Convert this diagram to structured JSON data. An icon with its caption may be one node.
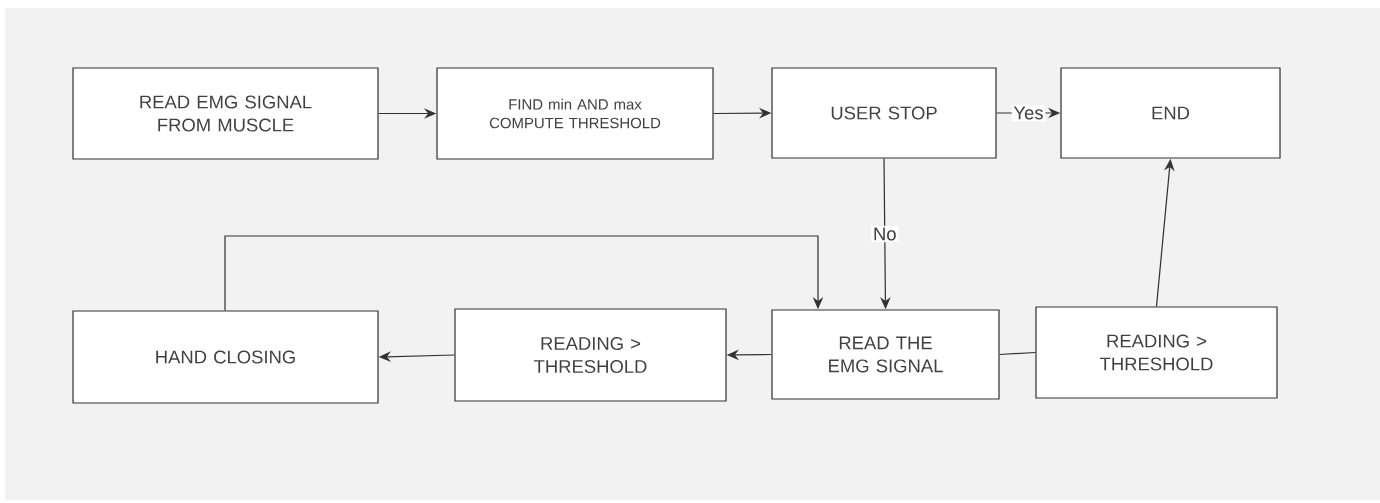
{
  "diagram": {
    "nodes": [
      {
        "text": [
          "READ EMG SIGNAL FROM MUSCLE"
        ]
      },
      {
        "text": [
          "FIND min AND max COMPUTE THRESHOLD"
        ]
      },
      {
        "text": [
          "USER STOP"
        ]
      },
      {
        "text": [
          "END"
        ]
      },
      {
        "text": [
          "HAND CLOSING"
        ]
      },
      {
        "text": [
          "READING > THRESHOLD"
        ]
      },
      {
        "text": [
          "READ THE EMG SIGNAL"
        ]
      },
      {
        "text": [
          "READING > THRESHOLD"
        ]
      }
    ],
    "edges": [
      {
        "from": 0,
        "to": 1,
        "arrow": "to"
      },
      {
        "from": 1,
        "to": 2,
        "arrow": "to"
      },
      {
        "from": 2,
        "to": 3,
        "arrow": "to",
        "label": "Yes"
      },
      {
        "from": 2,
        "to": 6,
        "arrow": "to",
        "label": "No"
      },
      {
        "from": 4,
        "to": 6,
        "arrow": "to"
      },
      {
        "from": 6,
        "to": 5,
        "arrow": "to"
      },
      {
        "from": 5,
        "to": 4,
        "arrow": "to"
      },
      {
        "from": 6,
        "to": 7,
        "arrow": "none"
      },
      {
        "from": 7,
        "to": 3,
        "arrow": "to"
      }
    ]
  }
}
